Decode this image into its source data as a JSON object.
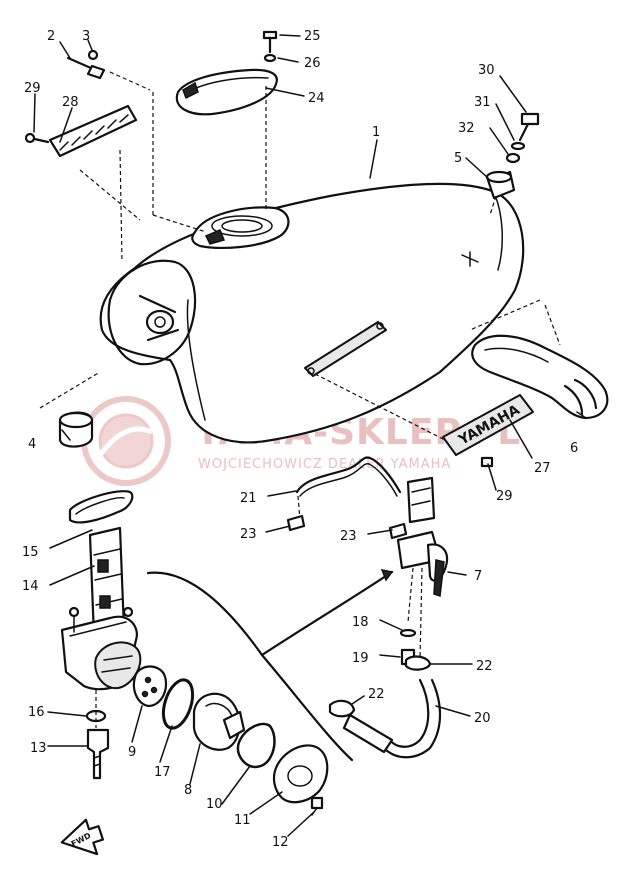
{
  "watermark": {
    "brand": "YAMA-SKLEP.PL",
    "tagline": "WOJCIECHOWICZ DEALER YAMAHA"
  },
  "emblem_text": "YAMAHA",
  "fwd_label": "FWD",
  "parts": [
    {
      "id": "p1",
      "label": "1"
    },
    {
      "id": "p2",
      "label": "2"
    },
    {
      "id": "p3",
      "label": "3"
    },
    {
      "id": "p4",
      "label": "4"
    },
    {
      "id": "p5",
      "label": "5"
    },
    {
      "id": "p6",
      "label": "6"
    },
    {
      "id": "p7",
      "label": "7"
    },
    {
      "id": "p8",
      "label": "8"
    },
    {
      "id": "p9",
      "label": "9"
    },
    {
      "id": "p10",
      "label": "10"
    },
    {
      "id": "p11",
      "label": "11"
    },
    {
      "id": "p12",
      "label": "12"
    },
    {
      "id": "p13",
      "label": "13"
    },
    {
      "id": "p14",
      "label": "14"
    },
    {
      "id": "p15",
      "label": "15"
    },
    {
      "id": "p16",
      "label": "16"
    },
    {
      "id": "p17",
      "label": "17"
    },
    {
      "id": "p18",
      "label": "18"
    },
    {
      "id": "p19",
      "label": "19"
    },
    {
      "id": "p20",
      "label": "20"
    },
    {
      "id": "p21",
      "label": "21"
    },
    {
      "id": "p22a",
      "label": "22"
    },
    {
      "id": "p22b",
      "label": "22"
    },
    {
      "id": "p23a",
      "label": "23"
    },
    {
      "id": "p23b",
      "label": "23"
    },
    {
      "id": "p24",
      "label": "24"
    },
    {
      "id": "p25",
      "label": "25"
    },
    {
      "id": "p26",
      "label": "26"
    },
    {
      "id": "p27",
      "label": "27"
    },
    {
      "id": "p28",
      "label": "28"
    },
    {
      "id": "p29a",
      "label": "29"
    },
    {
      "id": "p29b",
      "label": "29"
    },
    {
      "id": "p30",
      "label": "30"
    },
    {
      "id": "p31",
      "label": "31"
    },
    {
      "id": "p32",
      "label": "32"
    }
  ]
}
